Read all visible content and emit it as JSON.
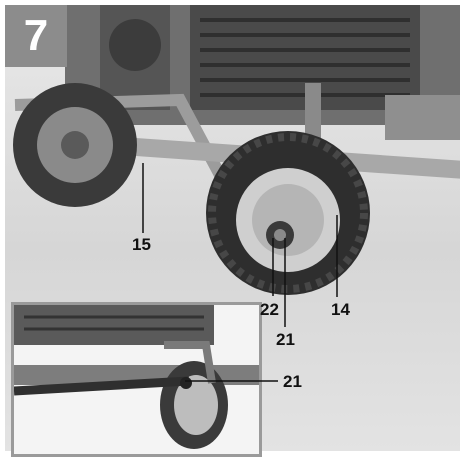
{
  "figure": {
    "number": "7",
    "callouts": {
      "c15": "15",
      "c14": "14",
      "c22": "22",
      "c21a": "21",
      "c21b": "21"
    }
  }
}
